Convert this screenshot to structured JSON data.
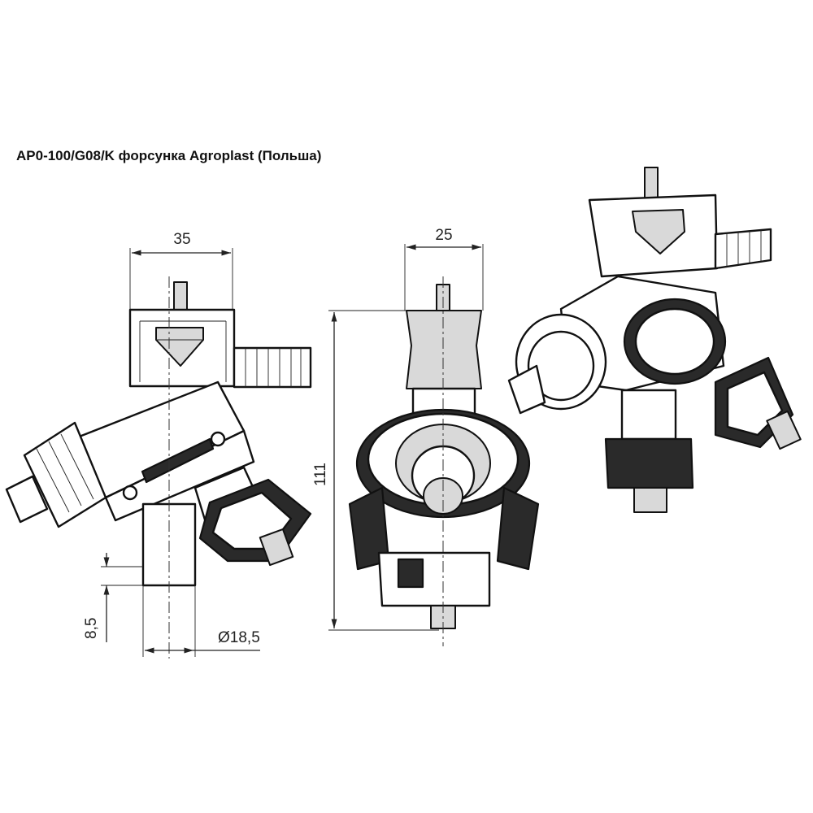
{
  "title": "AP0-100/G08/K форсунка Agroplast (Польша)",
  "dimensions": {
    "width_front": "35",
    "width_side": "25",
    "height_total": "111",
    "collar_height": "8,5",
    "diameter": "Ø18,5"
  },
  "colors": {
    "line": "#111111",
    "dark_fill": "#2a2a2a",
    "light_fill": "#d9d9d9"
  }
}
